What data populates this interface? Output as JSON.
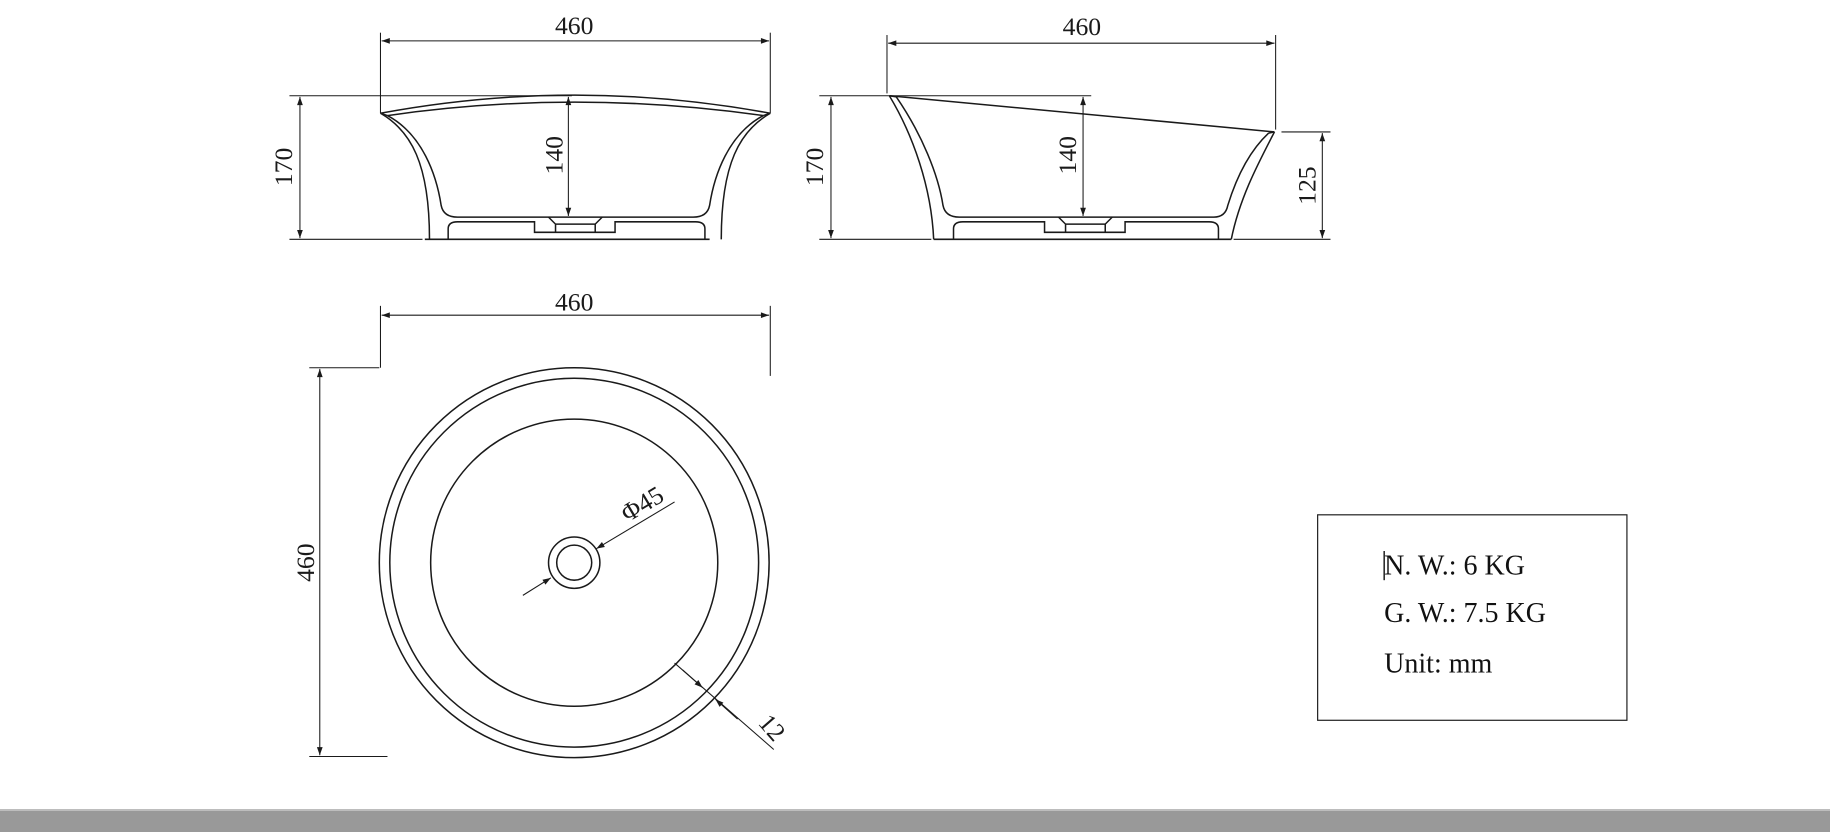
{
  "front_view": {
    "width_dim": "460",
    "height_dim": "170",
    "depth_dim": "140"
  },
  "side_view": {
    "width_dim": "460",
    "height_dim": "170",
    "depth_dim": "140",
    "low_side_dim": "125"
  },
  "top_view": {
    "width_dim": "460",
    "height_dim": "460",
    "drain_dim": "Φ45",
    "rim_dim": "12"
  },
  "info_box": {
    "net_weight": "N. W.: 6 KG",
    "gross_weight": "G. W.: 7.5 KG",
    "unit": "Unit: mm"
  }
}
